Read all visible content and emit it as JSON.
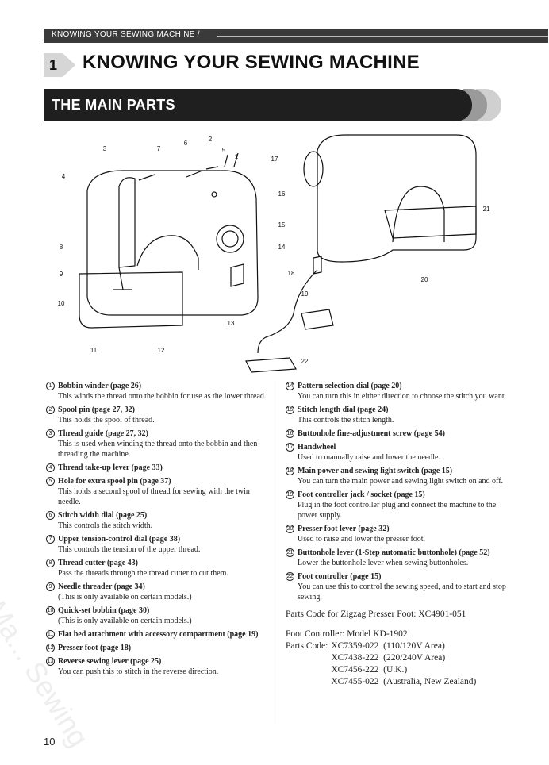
{
  "header": {
    "running_title": "KNOWING YOUR SEWING MACHINE /"
  },
  "chapter": {
    "number": "1",
    "title": "KNOWING YOUR SEWING MACHINE"
  },
  "section": {
    "title": "THE MAIN PARTS"
  },
  "figure": {
    "callouts": [
      "1",
      "2",
      "3",
      "4",
      "5",
      "6",
      "7",
      "8",
      "9",
      "10",
      "11",
      "12",
      "13",
      "14",
      "15",
      "16",
      "17",
      "18",
      "19",
      "20",
      "21",
      "22"
    ]
  },
  "parts_left": [
    {
      "num": "1",
      "name": "Bobbin winder (page 26)",
      "desc": "This winds the thread onto the bobbin for use as the lower thread."
    },
    {
      "num": "2",
      "name": "Spool pin (page 27, 32)",
      "desc": "This holds the spool of thread."
    },
    {
      "num": "3",
      "name": "Thread guide (page 27, 32)",
      "desc": "This is used when winding the thread onto the bobbin and then threading the machine."
    },
    {
      "num": "4",
      "name": "Thread take-up lever (page 33)",
      "desc": ""
    },
    {
      "num": "5",
      "name": "Hole for extra spool pin (page 37)",
      "desc": "This holds a second spool of thread for sewing with the twin needle."
    },
    {
      "num": "6",
      "name": "Stitch width dial (page 25)",
      "desc": "This controls the stitch width."
    },
    {
      "num": "7",
      "name": "Upper tension-control dial (page 38)",
      "desc": "This controls the tension of the upper thread."
    },
    {
      "num": "8",
      "name": "Thread cutter (page 43)",
      "desc": "Pass the threads through the thread cutter to cut them."
    },
    {
      "num": "9",
      "name": "Needle threader (page 34)",
      "desc": "(This is only available on certain models.)"
    },
    {
      "num": "10",
      "name": "Quick-set bobbin (page 30)",
      "desc": "(This is only available on certain models.)"
    },
    {
      "num": "11",
      "name": "Flat bed attachment with accessory compartment (page 19)",
      "desc": ""
    },
    {
      "num": "12",
      "name": "Presser foot (page 18)",
      "desc": ""
    },
    {
      "num": "13",
      "name": "Reverse sewing lever (page 25)",
      "desc": "You can push this to stitch in the reverse direction."
    }
  ],
  "parts_right": [
    {
      "num": "14",
      "name": "Pattern selection dial (page 20)",
      "desc": "You can turn this in either direction to choose the stitch you want."
    },
    {
      "num": "15",
      "name": "Stitch length dial (page 24)",
      "desc": "This controls the stitch length."
    },
    {
      "num": "16",
      "name": "Buttonhole fine-adjustment screw (page 54)",
      "desc": ""
    },
    {
      "num": "17",
      "name": "Handwheel",
      "desc": "Used to manually raise and lower the needle."
    },
    {
      "num": "18",
      "name": "Main power and sewing light switch (page 15)",
      "desc": "You can turn the main power and sewing light switch on and off."
    },
    {
      "num": "19",
      "name": "Foot controller jack / socket (page 15)",
      "desc": "Plug in the foot controller plug and connect the machine to the power supply."
    },
    {
      "num": "20",
      "name": "Presser foot lever (page 32)",
      "desc": "Used to raise and lower the presser foot."
    },
    {
      "num": "21",
      "name": "Buttonhole lever (1-Step automatic buttonhole) (page 52)",
      "desc": "Lower the buttonhole lever when sewing buttonholes."
    },
    {
      "num": "22",
      "name": "Foot controller (page 15)",
      "desc": "You can use this to control the sewing speed, and to start and stop sewing."
    }
  ],
  "parts_codes": {
    "zigzag_foot": "Parts Code for Zigzag Presser Foot: XC4901-051",
    "foot_controller_model": "Foot Controller: Model KD-1902",
    "codes_label": "Parts Code:",
    "codes": [
      "XC7359-022  (110/120V Area)",
      "XC7438-222  (220/240V Area)",
      "XC7456-222  (U.K.)",
      "XC7455-022  (Australia, New Zealand)"
    ]
  },
  "watermark": "Ma... Sewing",
  "footer": {
    "page_number": "10"
  }
}
